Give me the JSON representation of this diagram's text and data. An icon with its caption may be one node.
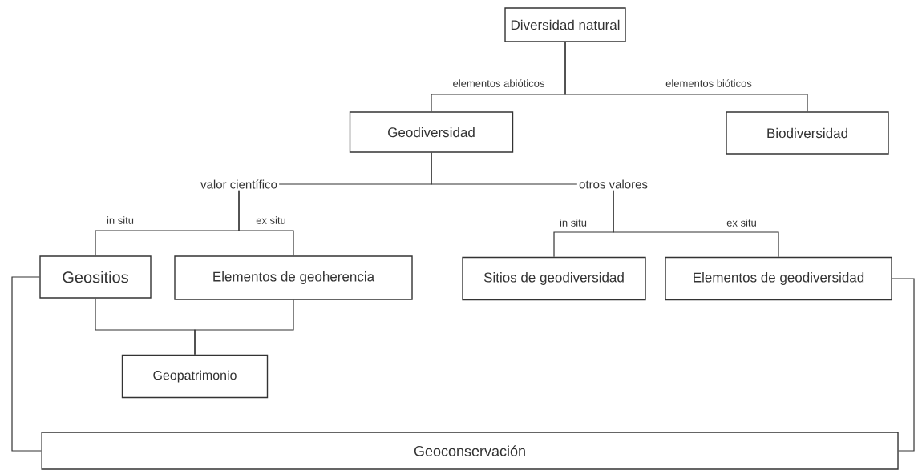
{
  "diagram": {
    "nodes": [
      {
        "text": [
          "Diversidad natural"
        ]
      },
      {
        "text": [
          "Geodiversidad"
        ]
      },
      {
        "text": [
          "Biodiversidad"
        ]
      },
      {
        "text": [
          "valor científico"
        ]
      },
      {
        "text": [
          "otros valores"
        ]
      },
      {
        "text": [
          "Geositios"
        ]
      },
      {
        "text": [
          "Elementos de geoherencia"
        ]
      },
      {
        "text": [
          "Sitios de geodiversidad"
        ]
      },
      {
        "text": [
          "Elementos de geodiversidad"
        ]
      },
      {
        "text": [
          "Geopatrimonio"
        ]
      },
      {
        "text": [
          "Geoconservación"
        ]
      }
    ],
    "edges": [
      {
        "from": 0,
        "to": 1,
        "arrow": "none",
        "label": "elementos abióticos"
      },
      {
        "from": 0,
        "to": 2,
        "arrow": "none",
        "label": "elementos bióticos"
      },
      {
        "from": 1,
        "to": 3,
        "arrow": "none"
      },
      {
        "from": 1,
        "to": 4,
        "arrow": "none"
      },
      {
        "from": 3,
        "to": 5,
        "arrow": "none",
        "label": "in situ"
      },
      {
        "from": 3,
        "to": 6,
        "arrow": "none",
        "label": "ex situ"
      },
      {
        "from": 4,
        "to": 7,
        "arrow": "none",
        "label": "in situ"
      },
      {
        "from": 4,
        "to": 8,
        "arrow": "none",
        "label": "ex situ"
      },
      {
        "from": 5,
        "to": 9,
        "arrow": "none"
      },
      {
        "from": 6,
        "to": 9,
        "arrow": "none"
      },
      {
        "from": 5,
        "to": 10,
        "arrow": "none"
      },
      {
        "from": 8,
        "to": 10,
        "arrow": "none"
      }
    ]
  }
}
